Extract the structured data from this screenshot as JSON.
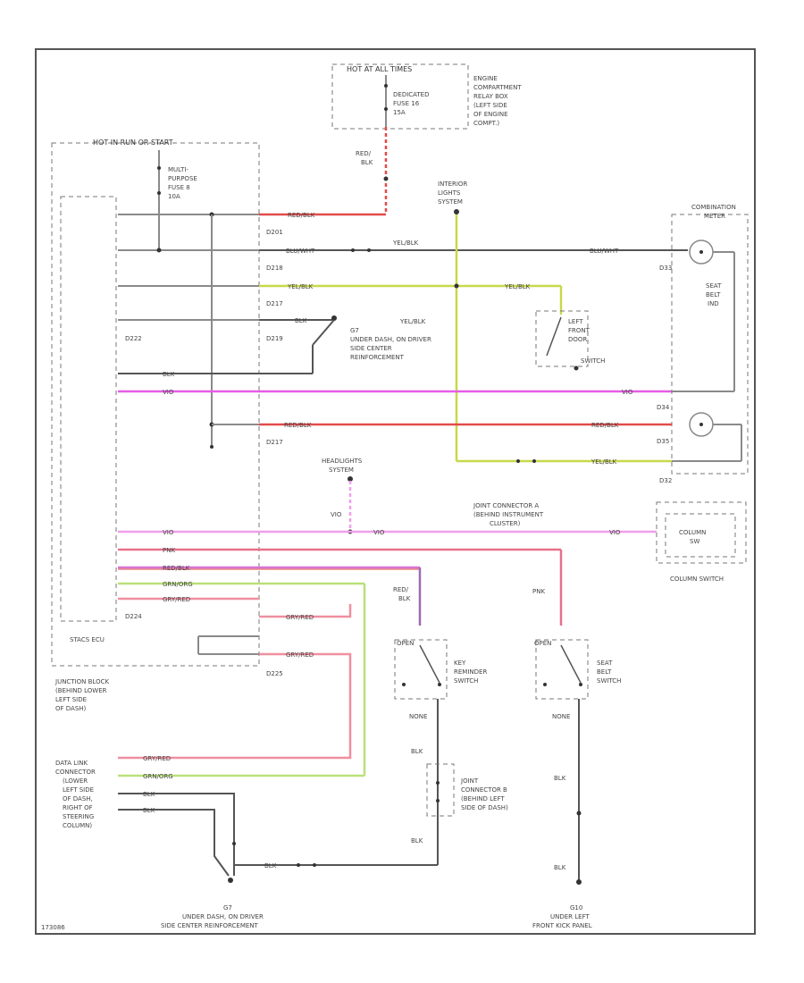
{
  "diagram": {
    "hot_at_all_times": "HOT AT ALL TIMES",
    "dedicated_fuse": [
      "DEDICATED",
      "FUSE 16",
      "15A"
    ],
    "engine_relay_box": [
      "ENGINE",
      "COMPARTMENT",
      "RELAY BOX",
      "(LEFT SIDE",
      "OF ENGINE",
      "COMPT.)"
    ],
    "hot_in_run_start": "HOT IN RUN OR START",
    "multi_fuse": [
      "MULTI-",
      "PURPOSE",
      "FUSE 8",
      "10A"
    ],
    "red_blk_top": [
      "RED/",
      "BLK"
    ],
    "interior_lights": [
      "INTERIOR",
      "LIGHTS",
      "SYSTEM"
    ],
    "combination_meter": [
      "COMBINATION",
      "METER"
    ],
    "seat_belt_ind": [
      "SEAT",
      "BELT",
      "IND"
    ],
    "connectors": {
      "d201": "D201",
      "d218": "D218",
      "d217": "D217",
      "d219": "D219",
      "d222": "D222",
      "d217b": "D217",
      "d224": "D224",
      "d225": "D225",
      "d33": "D33",
      "d34": "D34",
      "d35": "D35",
      "d32": "D32"
    },
    "ground_g7_top": [
      "G7",
      "UNDER DASH, ON DRIVER",
      "SIDE CENTER",
      "REINFORCEMENT"
    ],
    "door_switch": [
      "LEFT",
      "FRONT",
      "DOOR",
      "SWITCH"
    ],
    "yel_blk": "YEL/BLK",
    "headlights": [
      "HEADLIGHTS",
      "SYSTEM"
    ],
    "vio": "VIO",
    "joint_conn_a": [
      "JOINT CONNECTOR A",
      "(BEHIND INSTRUMENT",
      "CLUSTER)"
    ],
    "column_sw_box": [
      "COLUMN",
      "SW"
    ],
    "column_switch": "COLUMN SWITCH",
    "stacs_ecu": "STACS ECU",
    "junction_block": [
      "JUNCTION BLOCK",
      "(BEHIND LOWER",
      "LEFT SIDE",
      "OF DASH)"
    ],
    "wire_labels": {
      "red_blk": "RED/BLK",
      "yel_blk": "YEL/BLK",
      "blu_wht": "BLU/WHT",
      "yel": "YEL/BLK",
      "blk": "BLK",
      "vio": "VIO",
      "pnk": "PNK",
      "grn_org": "GRN/ORG",
      "gry_red": "GRY/RED",
      "red_blk_b": "RED/BLK"
    },
    "red_blk_mid": [
      "RED/",
      "BLK"
    ],
    "pnk_mid": "PNK",
    "key_reminder": [
      "KEY",
      "REMINDER",
      "SWITCH"
    ],
    "seat_belt_switch": [
      "SEAT",
      "BELT",
      "SWITCH"
    ],
    "sw_open_a": "OPEN",
    "sw_none_a": "NONE",
    "sw_open_b": "OPEN",
    "sw_none_b": "NONE",
    "data_link": [
      "DATA LINK",
      "CONNECTOR",
      "(LOWER",
      "LEFT SIDE",
      "OF DASH,",
      "RIGHT OF",
      "STEERING",
      "COLUMN)"
    ],
    "joint_conn_b": [
      "JOINT",
      "CONNECTOR B",
      "(BEHIND LEFT",
      "SIDE OF DASH)"
    ],
    "ground_g7_bottom": [
      "G7",
      "UNDER DASH, ON DRIVER",
      "SIDE CENTER REINFORCEMENT"
    ],
    "ground_g10": [
      "G10",
      "UNDER LEFT",
      "FRONT KICK PANEL"
    ],
    "figure_id": "173086"
  }
}
